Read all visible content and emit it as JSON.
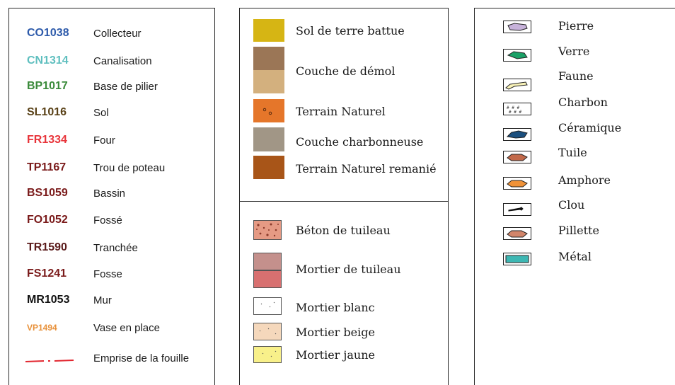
{
  "codes": [
    {
      "code": "CO1038",
      "label": "Collecteur",
      "color": "#2e5bab"
    },
    {
      "code": "CN1314",
      "label": "Canalisation",
      "color": "#5fbfbf"
    },
    {
      "code": "BP1017",
      "label": "Base de pilier",
      "color": "#3a8a3a"
    },
    {
      "code": "SL1016",
      "label": "Sol",
      "color": "#5a4218"
    },
    {
      "code": "FR1334",
      "label": "Four",
      "color": "#e8343a"
    },
    {
      "code": "TP1167",
      "label": "Trou de poteau",
      "color": "#7a1a1a"
    },
    {
      "code": "BS1059",
      "label": "Bassin",
      "color": "#7a1a1a"
    },
    {
      "code": "FO1052",
      "label": "Fossé",
      "color": "#7a1a1a"
    },
    {
      "code": "TR1590",
      "label": "Tranchée",
      "color": "#5a1a1a"
    },
    {
      "code": "FS1241",
      "label": "Fosse",
      "color": "#7a1a1a"
    },
    {
      "code": "MR1053",
      "label": "Mur",
      "color": "#111111"
    },
    {
      "code": "VP1494",
      "label": "Vase en place",
      "color": "#e8913a"
    }
  ],
  "emprise": {
    "label": "Emprise de la fouille",
    "color": "#e2262f"
  },
  "soils": [
    {
      "label": "Sol de terre battue",
      "colors": [
        "#d6b514"
      ]
    },
    {
      "label": "Couche de démol",
      "colors": [
        "#9b7656",
        "#d3b07e"
      ]
    },
    {
      "label": "Terrain Naturel",
      "colors": [
        "#e5762a"
      ]
    },
    {
      "label": "Couche charbonneuse",
      "colors": [
        "#a19686"
      ]
    },
    {
      "label": "Terrain Naturel remanié",
      "colors": [
        "#a85518"
      ]
    }
  ],
  "mortars": [
    {
      "label": "Béton de tuileau",
      "colors": [
        "#e59a84"
      ]
    },
    {
      "label": "Mortier de tuileau",
      "colors": [
        "#c4908c",
        "#d87070"
      ]
    },
    {
      "label": "Mortier blanc",
      "colors": [
        "#ffffff"
      ]
    },
    {
      "label": "Mortier beige",
      "colors": [
        "#f5d8bc"
      ]
    },
    {
      "label": "Mortier jaune",
      "colors": [
        "#f8f08a"
      ]
    }
  ],
  "materials": [
    {
      "label": "Pierre",
      "icon": "stone-icon",
      "color": "#c7b2da"
    },
    {
      "label": "Verre",
      "icon": "glass-icon",
      "color": "#1aa167"
    },
    {
      "label": "Faune",
      "icon": "bone-icon",
      "color": "#f8f2b8"
    },
    {
      "label": "Charbon",
      "icon": "charcoal-icon",
      "color": "#ffffff"
    },
    {
      "label": "Céramique",
      "icon": "ceramic-icon",
      "color": "#1b4f7e"
    },
    {
      "label": "Tuile",
      "icon": "tile-icon",
      "color": "#c2694a"
    },
    {
      "label": "Amphore",
      "icon": "amphora-icon",
      "color": "#ef9238"
    },
    {
      "label": "Clou",
      "icon": "nail-icon",
      "color": "#111111"
    },
    {
      "label": "Pillette",
      "icon": "pillette-icon",
      "color": "#d2856a"
    },
    {
      "label": "Métal",
      "icon": "metal-icon",
      "color": "#3db7b3"
    }
  ]
}
